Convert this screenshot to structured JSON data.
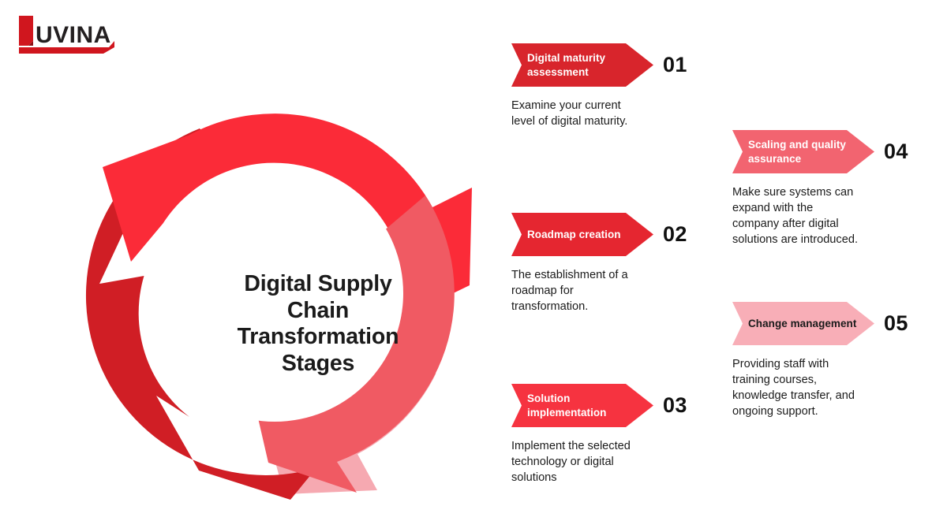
{
  "brand": {
    "name": "LUVINA",
    "mark_letter": "L",
    "word": "UVINA",
    "accent_color": "#D0161E",
    "word_color": "#231F20"
  },
  "wheel": {
    "title": "Digital Supply\nChain\nTransformation\nStages",
    "segments": [
      {
        "name": "top",
        "color": "#FB2B38",
        "direction": "clockwise"
      },
      {
        "name": "right",
        "color": "#F05A63",
        "direction": "clockwise"
      },
      {
        "name": "bottom",
        "color": "#F6A9B1",
        "direction": "clockwise"
      },
      {
        "name": "left",
        "color": "#D01E25",
        "direction": "clockwise"
      }
    ]
  },
  "steps": [
    {
      "number": "01",
      "label": "Digital maturity\nassessment",
      "description": "Examine your current\nlevel of digital maturity.",
      "arrow_color": "#D8252C",
      "label_color": "light"
    },
    {
      "number": "02",
      "label": "Roadmap creation",
      "description": "The establishment of a\nroadmap for\ntransformation.",
      "arrow_color": "#E52630",
      "label_color": "light"
    },
    {
      "number": "03",
      "label": "Solution\nimplementation",
      "description": "Implement the selected\ntechnology or digital\nsolutions",
      "arrow_color": "#F63340",
      "label_color": "light"
    },
    {
      "number": "04",
      "label": "Scaling and quality\nassurance",
      "description": "Make sure systems can\nexpand with the\ncompany after digital\nsolutions are introduced.",
      "arrow_color": "#F26470",
      "label_color": "light"
    },
    {
      "number": "05",
      "label": "Change management",
      "description": "Providing staff with\ntraining courses,\nknowledge transfer, and\nongoing support.",
      "arrow_color": "#F8AEB7",
      "label_color": "dark"
    }
  ]
}
